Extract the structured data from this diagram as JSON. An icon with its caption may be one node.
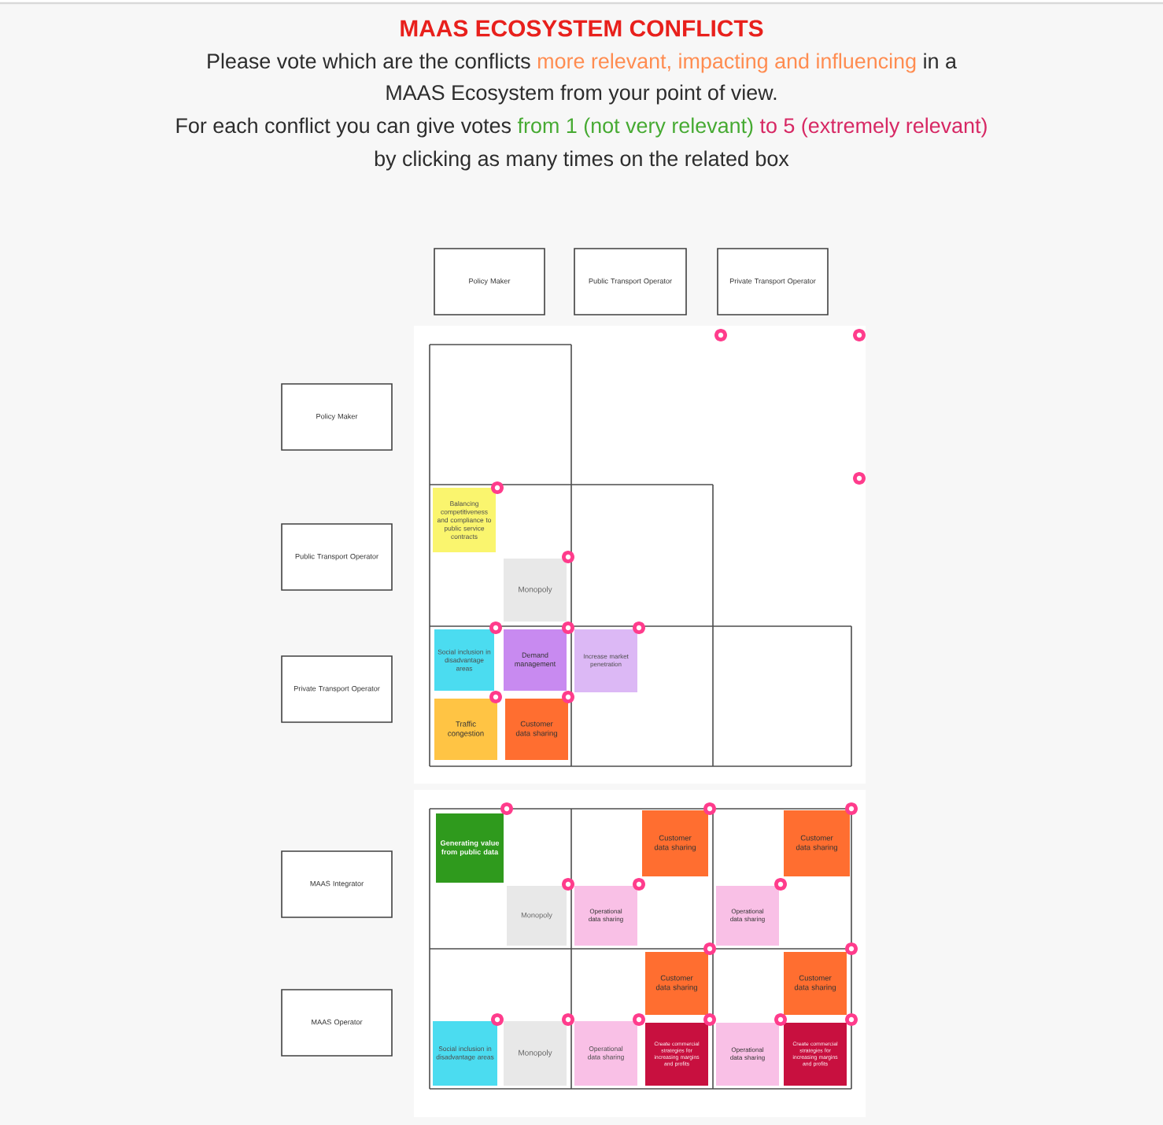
{
  "diagram": {
    "title": "MAAS ECOSYSTEM CONFLICTS",
    "nodes": [
      {
        "text": [
          "Policy Maker"
        ]
      },
      {
        "text": [
          "Public Transport Operator"
        ]
      },
      {
        "text": [
          "Private Transport Operator"
        ]
      },
      {
        "text": [
          "Policy Maker"
        ]
      },
      {
        "text": [
          "Public Transport Operator"
        ]
      },
      {
        "text": [
          "Private Transport Operator"
        ]
      },
      {
        "text": [
          "MAAS Integrator"
        ]
      },
      {
        "text": [
          "MAAS Operator"
        ]
      },
      {
        "text": [
          "Balancing competitiveness and compliance to public service contracts"
        ]
      },
      {
        "text": [
          "Monopoly"
        ]
      },
      {
        "text": [
          "Social inclusion in disadvantage areas"
        ]
      },
      {
        "text": [
          "Demand management"
        ]
      },
      {
        "text": [
          "Increase market penetration"
        ]
      },
      {
        "text": [
          "Traffic congestion"
        ]
      },
      {
        "text": [
          "Customer data sharing"
        ]
      },
      {
        "text": [
          "Generating value from public data"
        ]
      },
      {
        "text": [
          "Customer data sharing"
        ]
      },
      {
        "text": [
          "Customer data sharing"
        ]
      },
      {
        "text": [
          "Monopoly"
        ]
      },
      {
        "text": [
          "Operational data sharing"
        ]
      },
      {
        "text": [
          "Operational data sharing"
        ]
      },
      {
        "text": [
          "Customer data sharing"
        ]
      },
      {
        "text": [
          "Customer data sharing"
        ]
      },
      {
        "text": [
          "Social inclusion in disadvantage areas"
        ]
      },
      {
        "text": [
          "Monopoly"
        ]
      },
      {
        "text": [
          "Operational data sharing"
        ]
      },
      {
        "text": [
          "Create commercial strategies for increasing margins and profits"
        ]
      },
      {
        "text": [
          "Operational data sharing"
        ]
      },
      {
        "text": [
          "Create commercial strategies for increasing margins and profits"
        ]
      }
    ],
    "labels": [
      "Please vote which are the conflicts",
      "more relevant, impacting and influencing",
      "in a",
      "MAAS Ecosystem from your point of view.",
      "For each conflict you can give votes",
      "from 1 (not very relevant)",
      "to 5 (extremely relevant)",
      "by clicking as many times on the related box"
    ]
  }
}
